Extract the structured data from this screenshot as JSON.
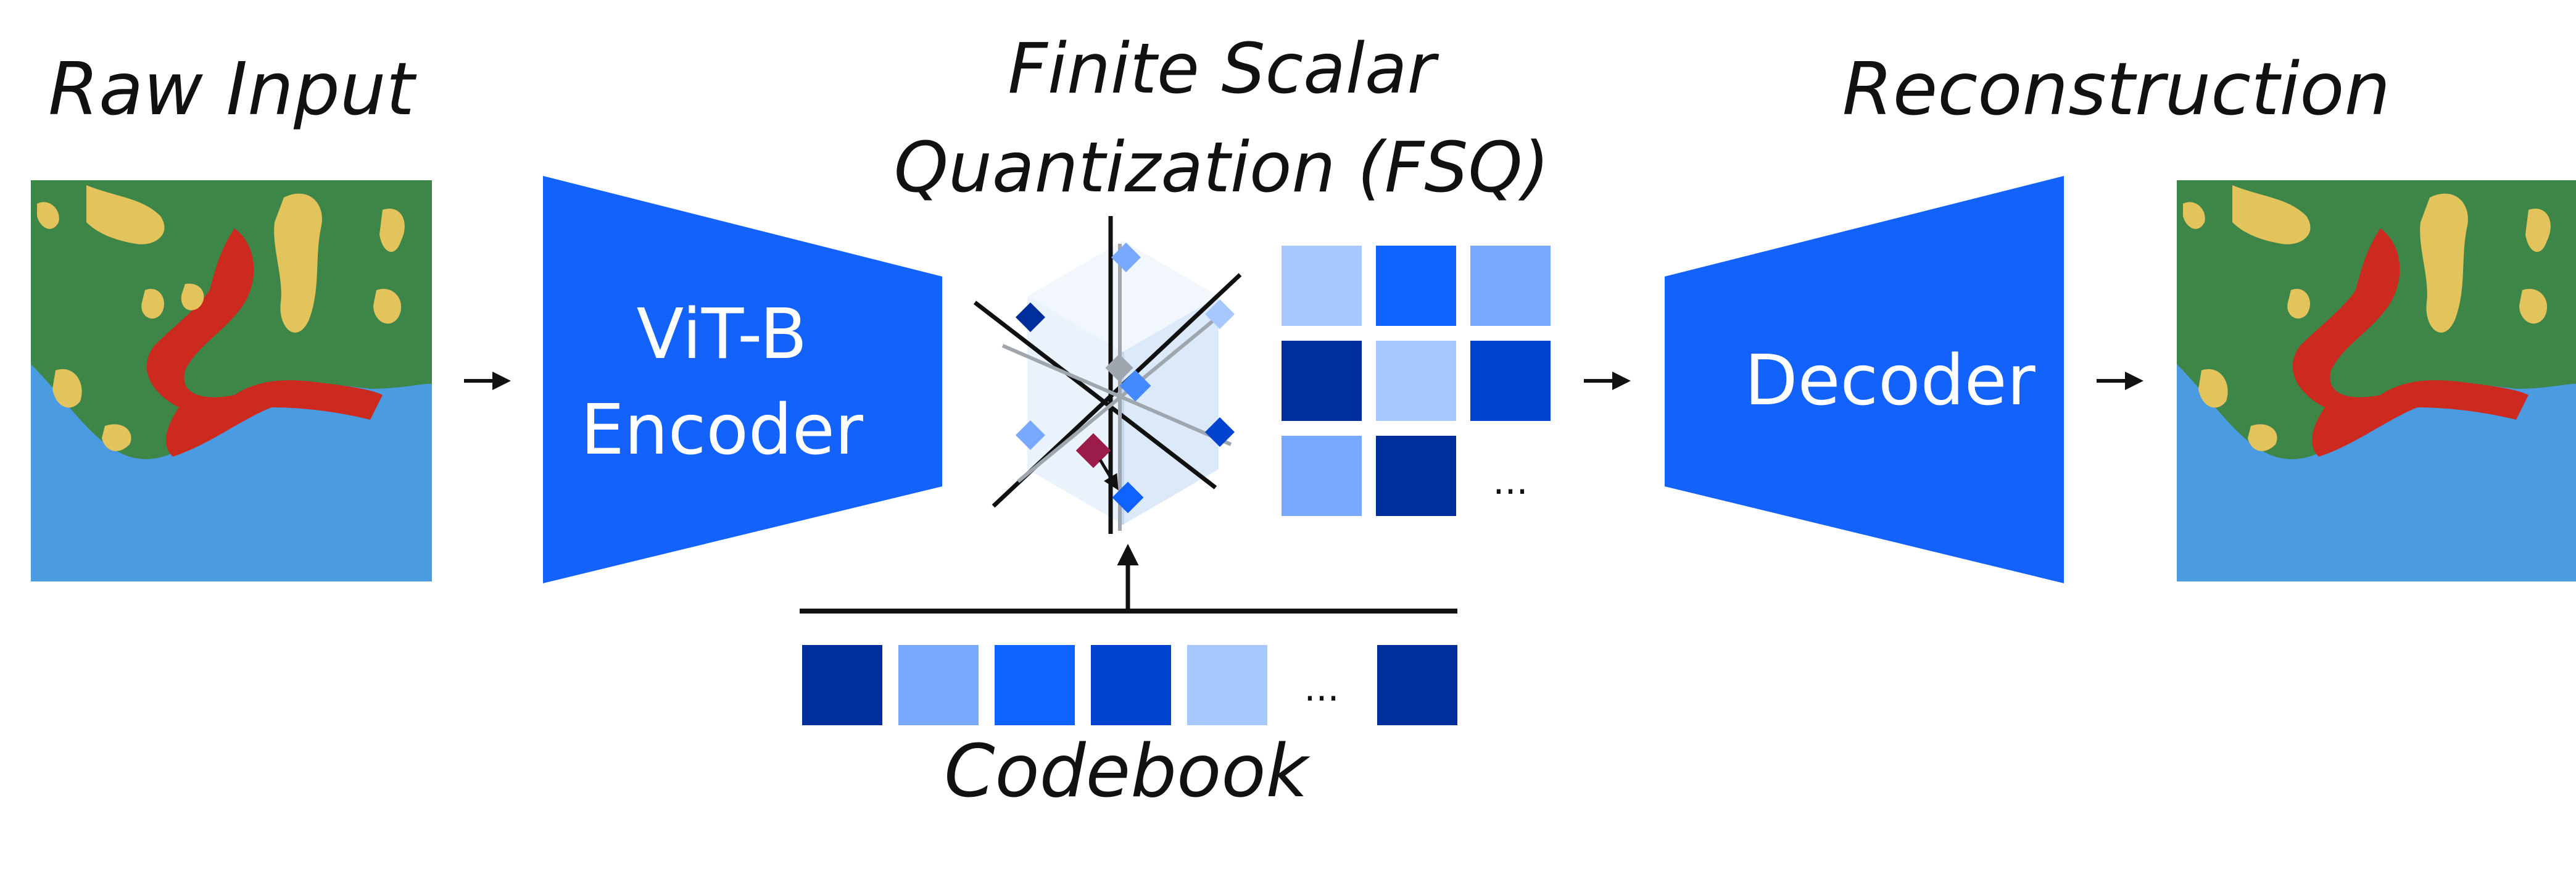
{
  "titles": {
    "raw_input": "Raw Input",
    "fsq_line1": "Finite Scalar",
    "fsq_line2": "Quantization (FSQ)",
    "reconstruction": "Reconstruction",
    "codebook": "Codebook"
  },
  "blocks": {
    "encoder_line1": "ViT-B",
    "encoder_line2": "Encoder",
    "decoder": "Decoder"
  },
  "ellipsis": "...",
  "colors": {
    "block_blue": "#1262fb",
    "shade_lightest": "#a6c8ff",
    "shade_light": "#78a9ff",
    "shade_mid": "#0f62fe",
    "shade_strong": "#0043ce",
    "shade_dark": "#002d9c",
    "map_water": "#4a9be0",
    "map_land": "#3e8548",
    "map_sand": "#e3c35c",
    "map_red": "#cc2a1f",
    "quantized_point": "#9b1c4a"
  },
  "icons": {
    "raw_map": "land-cover-map-icon",
    "recon_map": "land-cover-map-icon"
  }
}
